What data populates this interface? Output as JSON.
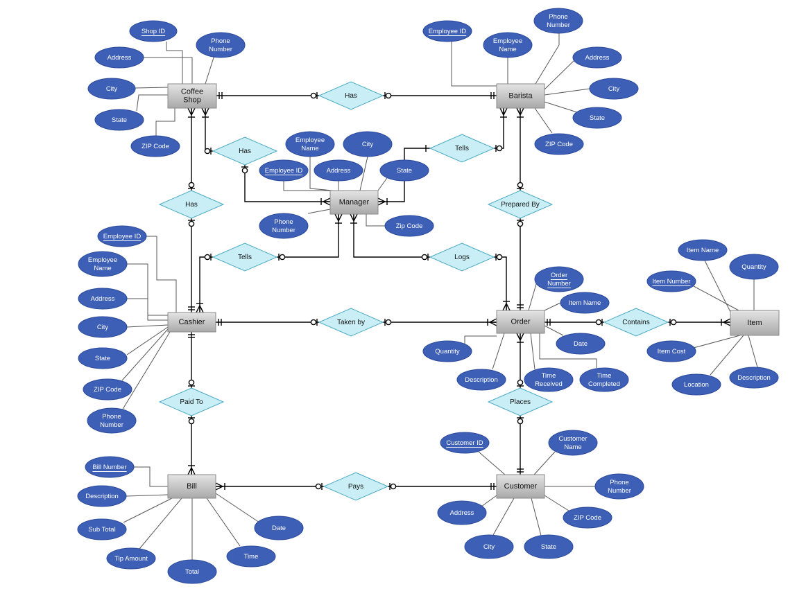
{
  "colors": {
    "entity_fill_top": "#e4e4e4",
    "entity_fill_bottom": "#a9a9a9",
    "attribute_fill": "#3d5fb5",
    "attribute_text": "#ffffff",
    "relationship_fill": "#c9eef6",
    "relationship_stroke": "#4aa9c2",
    "line": "#000000"
  },
  "entities": [
    {
      "id": "coffee_shop",
      "label": "Coffee\nShop"
    },
    {
      "id": "barista",
      "label": "Barista"
    },
    {
      "id": "manager",
      "label": "Manager"
    },
    {
      "id": "cashier",
      "label": "Cashier"
    },
    {
      "id": "order",
      "label": "Order"
    },
    {
      "id": "item",
      "label": "Item"
    },
    {
      "id": "bill",
      "label": "Bill"
    },
    {
      "id": "customer",
      "label": "Customer"
    }
  ],
  "relationships": [
    {
      "id": "rel_has_shop_barista",
      "label": "Has"
    },
    {
      "id": "rel_has_shop_manager",
      "label": "Has"
    },
    {
      "id": "rel_tells_manager_barista",
      "label": "Tells"
    },
    {
      "id": "rel_has_shop_cashier",
      "label": "Has"
    },
    {
      "id": "rel_prepared_by",
      "label": "Prepared By"
    },
    {
      "id": "rel_tells_manager_cashier",
      "label": "Tells"
    },
    {
      "id": "rel_logs",
      "label": "Logs"
    },
    {
      "id": "rel_taken_by",
      "label": "Taken by"
    },
    {
      "id": "rel_contains",
      "label": "Contains"
    },
    {
      "id": "rel_paid_to",
      "label": "Paid To"
    },
    {
      "id": "rel_places",
      "label": "Places"
    },
    {
      "id": "rel_pays",
      "label": "Pays"
    }
  ],
  "attributes": [
    {
      "id": "cs_shop_id",
      "owner": "coffee_shop",
      "label": "Shop ID",
      "key": true
    },
    {
      "id": "cs_phone",
      "owner": "coffee_shop",
      "label": "Phone\nNumber",
      "key": false
    },
    {
      "id": "cs_address",
      "owner": "coffee_shop",
      "label": "Address",
      "key": false
    },
    {
      "id": "cs_city",
      "owner": "coffee_shop",
      "label": "City",
      "key": false
    },
    {
      "id": "cs_state",
      "owner": "coffee_shop",
      "label": "State",
      "key": false
    },
    {
      "id": "cs_zip",
      "owner": "coffee_shop",
      "label": "ZIP Code",
      "key": false
    },
    {
      "id": "ba_employee_id",
      "owner": "barista",
      "label": "Employee ID",
      "key": true
    },
    {
      "id": "ba_employee_name",
      "owner": "barista",
      "label": "Employee\nName",
      "key": false
    },
    {
      "id": "ba_phone",
      "owner": "barista",
      "label": "Phone\nNumber",
      "key": false
    },
    {
      "id": "ba_address",
      "owner": "barista",
      "label": "Address",
      "key": false
    },
    {
      "id": "ba_city",
      "owner": "barista",
      "label": "City",
      "key": false
    },
    {
      "id": "ba_state",
      "owner": "barista",
      "label": "State",
      "key": false
    },
    {
      "id": "ba_zip",
      "owner": "barista",
      "label": "ZIP Code",
      "key": false
    },
    {
      "id": "mg_employee_name",
      "owner": "manager",
      "label": "Employee\nName",
      "key": false
    },
    {
      "id": "mg_city",
      "owner": "manager",
      "label": "City",
      "key": false
    },
    {
      "id": "mg_employee_id",
      "owner": "manager",
      "label": "Employee ID",
      "key": true
    },
    {
      "id": "mg_address",
      "owner": "manager",
      "label": "Address",
      "key": false
    },
    {
      "id": "mg_state",
      "owner": "manager",
      "label": "State",
      "key": false
    },
    {
      "id": "mg_phone",
      "owner": "manager",
      "label": "Phone\nNumber",
      "key": false
    },
    {
      "id": "mg_zip",
      "owner": "manager",
      "label": "Zip Code",
      "key": false
    },
    {
      "id": "ca_employee_id",
      "owner": "cashier",
      "label": "Employee ID",
      "key": true
    },
    {
      "id": "ca_employee_name",
      "owner": "cashier",
      "label": "Employee\nName",
      "key": false
    },
    {
      "id": "ca_address",
      "owner": "cashier",
      "label": "Address",
      "key": false
    },
    {
      "id": "ca_city",
      "owner": "cashier",
      "label": "City",
      "key": false
    },
    {
      "id": "ca_state",
      "owner": "cashier",
      "label": "State",
      "key": false
    },
    {
      "id": "ca_zip",
      "owner": "cashier",
      "label": "ZIP Code",
      "key": false
    },
    {
      "id": "ca_phone",
      "owner": "cashier",
      "label": "Phone\nNumber",
      "key": false
    },
    {
      "id": "or_order_number",
      "owner": "order",
      "label": "Order\nNumber",
      "key": true
    },
    {
      "id": "or_item_name",
      "owner": "order",
      "label": "Item Name",
      "key": false
    },
    {
      "id": "or_date",
      "owner": "order",
      "label": "Date",
      "key": false
    },
    {
      "id": "or_quantity",
      "owner": "order",
      "label": "Quantity",
      "key": false
    },
    {
      "id": "or_description",
      "owner": "order",
      "label": "Description",
      "key": false
    },
    {
      "id": "or_time_received",
      "owner": "order",
      "label": "Time\nReceived",
      "key": false
    },
    {
      "id": "or_time_completed",
      "owner": "order",
      "label": "Time\nCompleted",
      "key": false
    },
    {
      "id": "it_item_name",
      "owner": "item",
      "label": "Item Name",
      "key": false
    },
    {
      "id": "it_quantity",
      "owner": "item",
      "label": "Quantity",
      "key": false
    },
    {
      "id": "it_item_number",
      "owner": "item",
      "label": "Item Number",
      "key": true
    },
    {
      "id": "it_item_cost",
      "owner": "item",
      "label": "Item Cost",
      "key": false
    },
    {
      "id": "it_location",
      "owner": "item",
      "label": "Location",
      "key": false
    },
    {
      "id": "it_description",
      "owner": "item",
      "label": "Description",
      "key": false
    },
    {
      "id": "bi_bill_number",
      "owner": "bill",
      "label": "Bill Number",
      "key": true
    },
    {
      "id": "bi_description",
      "owner": "bill",
      "label": "Description",
      "key": false
    },
    {
      "id": "bi_sub_total",
      "owner": "bill",
      "label": "Sub Total",
      "key": false
    },
    {
      "id": "bi_tip_amount",
      "owner": "bill",
      "label": "Tip Amount",
      "key": false
    },
    {
      "id": "bi_total",
      "owner": "bill",
      "label": "Total",
      "key": false
    },
    {
      "id": "bi_time",
      "owner": "bill",
      "label": "Time",
      "key": false
    },
    {
      "id": "bi_date",
      "owner": "bill",
      "label": "Date",
      "key": false
    },
    {
      "id": "cu_customer_id",
      "owner": "customer",
      "label": "Customer ID",
      "key": true
    },
    {
      "id": "cu_customer_name",
      "owner": "customer",
      "label": "Customer\nName",
      "key": false
    },
    {
      "id": "cu_phone",
      "owner": "customer",
      "label": "Phone\nNumber",
      "key": false
    },
    {
      "id": "cu_address",
      "owner": "customer",
      "label": "Address",
      "key": false
    },
    {
      "id": "cu_zip",
      "owner": "customer",
      "label": "ZIP Code",
      "key": false
    },
    {
      "id": "cu_city",
      "owner": "customer",
      "label": "City",
      "key": false
    },
    {
      "id": "cu_state",
      "owner": "customer",
      "label": "State",
      "key": false
    }
  ]
}
